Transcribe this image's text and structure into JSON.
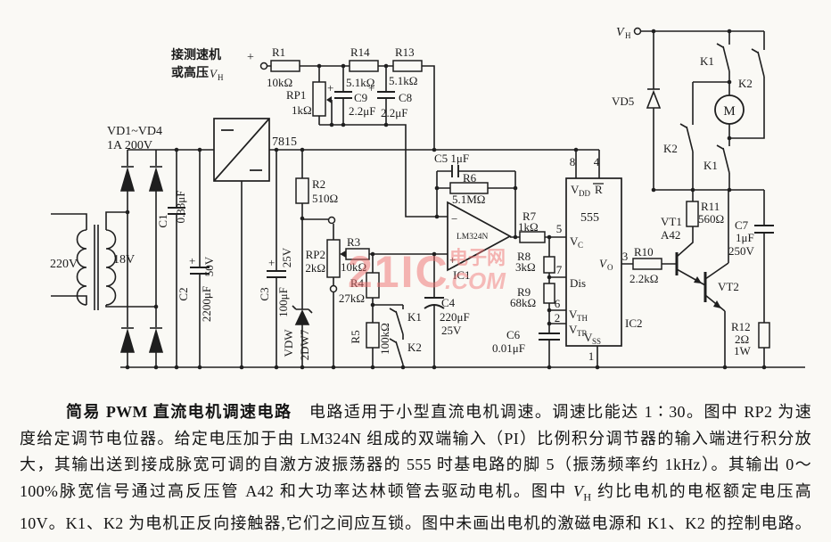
{
  "colors": {
    "ink": "#1f1f1f",
    "paper": "#faf9f5",
    "watermark": "#ef6f6f"
  },
  "watermark": {
    "big": "21IC",
    "cn": "电子网",
    "com": ".COM"
  },
  "sch": {
    "input_line1": "接测速机",
    "input_line2": "或高压",
    "input_v": "V",
    "input_vsub": "H",
    "input_plus": "+",
    "vd14": "VD1~VD4",
    "vd14_rating": "1A 200V",
    "reg": "7815",
    "t_primary": "220V",
    "t_secondary": "18V",
    "r1": "R1",
    "r1v": "10kΩ",
    "rp1": "RP1",
    "rp1v": "1kΩ",
    "r14": "R14",
    "r14v": "5.1kΩ",
    "c9": "C9",
    "c9v": "2.2μF",
    "c9p": "+",
    "r13": "R13",
    "r13v": "5.1kΩ",
    "c8": "C8",
    "c8v": "2.2μF",
    "c8p": "+",
    "c1": "C1",
    "c1v": "0.33μF",
    "c2": "C2",
    "c2v": "2200μF",
    "c2r": "50V",
    "c2p": "+",
    "c3": "C3",
    "c3v": "100μF",
    "c3r": "25V",
    "c3p": "+",
    "vdw": "VDW",
    "vdwv": "2DW7",
    "r2": "R2",
    "r2v": "510Ω",
    "rp2": "RP2",
    "rp2v": "2kΩ",
    "r3": "R3",
    "r3v": "10kΩ",
    "r4": "R4",
    "r4v": "27kΩ",
    "r5": "R5",
    "r5v": "100kΩ",
    "k1_mid": "K1",
    "k2_mid": "K2",
    "c4": "C4",
    "c4v": "220μF",
    "c4r": "25V",
    "c5": "C5 1μF",
    "r6": "R6",
    "r6v": "5.1MΩ",
    "opamp": "LM324N",
    "opamp_minus": "−",
    "opamp_plus": "+",
    "ic1": "IC1",
    "r7": "R7",
    "r7v": "1kΩ",
    "r8": "R8",
    "r8v": "3kΩ",
    "r9": "R9",
    "r9v": "68kΩ",
    "c6": "C6",
    "c6v": "0.01μF",
    "timer": "555",
    "ic2": "IC2",
    "pin8": "8",
    "pin4": "4",
    "pin5": "5",
    "pin7": "7",
    "pin6": "6",
    "pin2": "2",
    "pin3": "3",
    "pin1": "1",
    "vdd_v": "V",
    "vdd_sub": "DD",
    "rbar": "R",
    "vc_v": "V",
    "vc_sub": "C",
    "dis": "Dis",
    "vth_v": "V",
    "vth_sub": "TH",
    "vtr_v": "V",
    "vtr_sub": "TR",
    "vss_v": "V",
    "vss_sub": "SS",
    "vo_v": "V",
    "vo_sub": "O",
    "r10": "R10",
    "r10v": "2.2kΩ",
    "vt1": "VT1",
    "vt1v": "A42",
    "r11": "R11",
    "r11v": "560Ω",
    "c7": "C7",
    "c7v": "1μF",
    "c7r": "250V",
    "vt2": "VT2",
    "r12": "R12",
    "r12v": "2Ω",
    "r12w": "1W",
    "vh_v": "V",
    "vh_sub": "H",
    "vd5": "VD5",
    "k1_top": "K1",
    "k2_top": "K2",
    "k2_bot": "K2",
    "k1_bot": "K1",
    "motor": "M"
  },
  "caption": {
    "title": "简易 PWM 直流电机调速电路",
    "l1": "　电路适用于小型直流电机调速。调速比能达 1∶30。图中 RP2 为速",
    "l2": "度给定调节电位器。给定电压加于由 LM324N 组成的双端输入（PI）比例积分调节器的输入端进行积分放",
    "l3": "大，其输出送到接成脉宽可调的自激方波振荡器的 555 时基电路的脚 5（振荡频率约 1kHz）。其输出 0～",
    "l4a": "100%脉宽信号通过高反压管 A42 和大功率达林顿管去驱动电机。图中 ",
    "l4v": "V",
    "l4sub": "H",
    "l4b": " 约比电机的电枢额定电压高",
    "l5": "10V。K1、K2 为电机正反向接触器,它们之间应互锁。图中未画出电机的激磁电源和 K1、K2 的控制电路。"
  }
}
